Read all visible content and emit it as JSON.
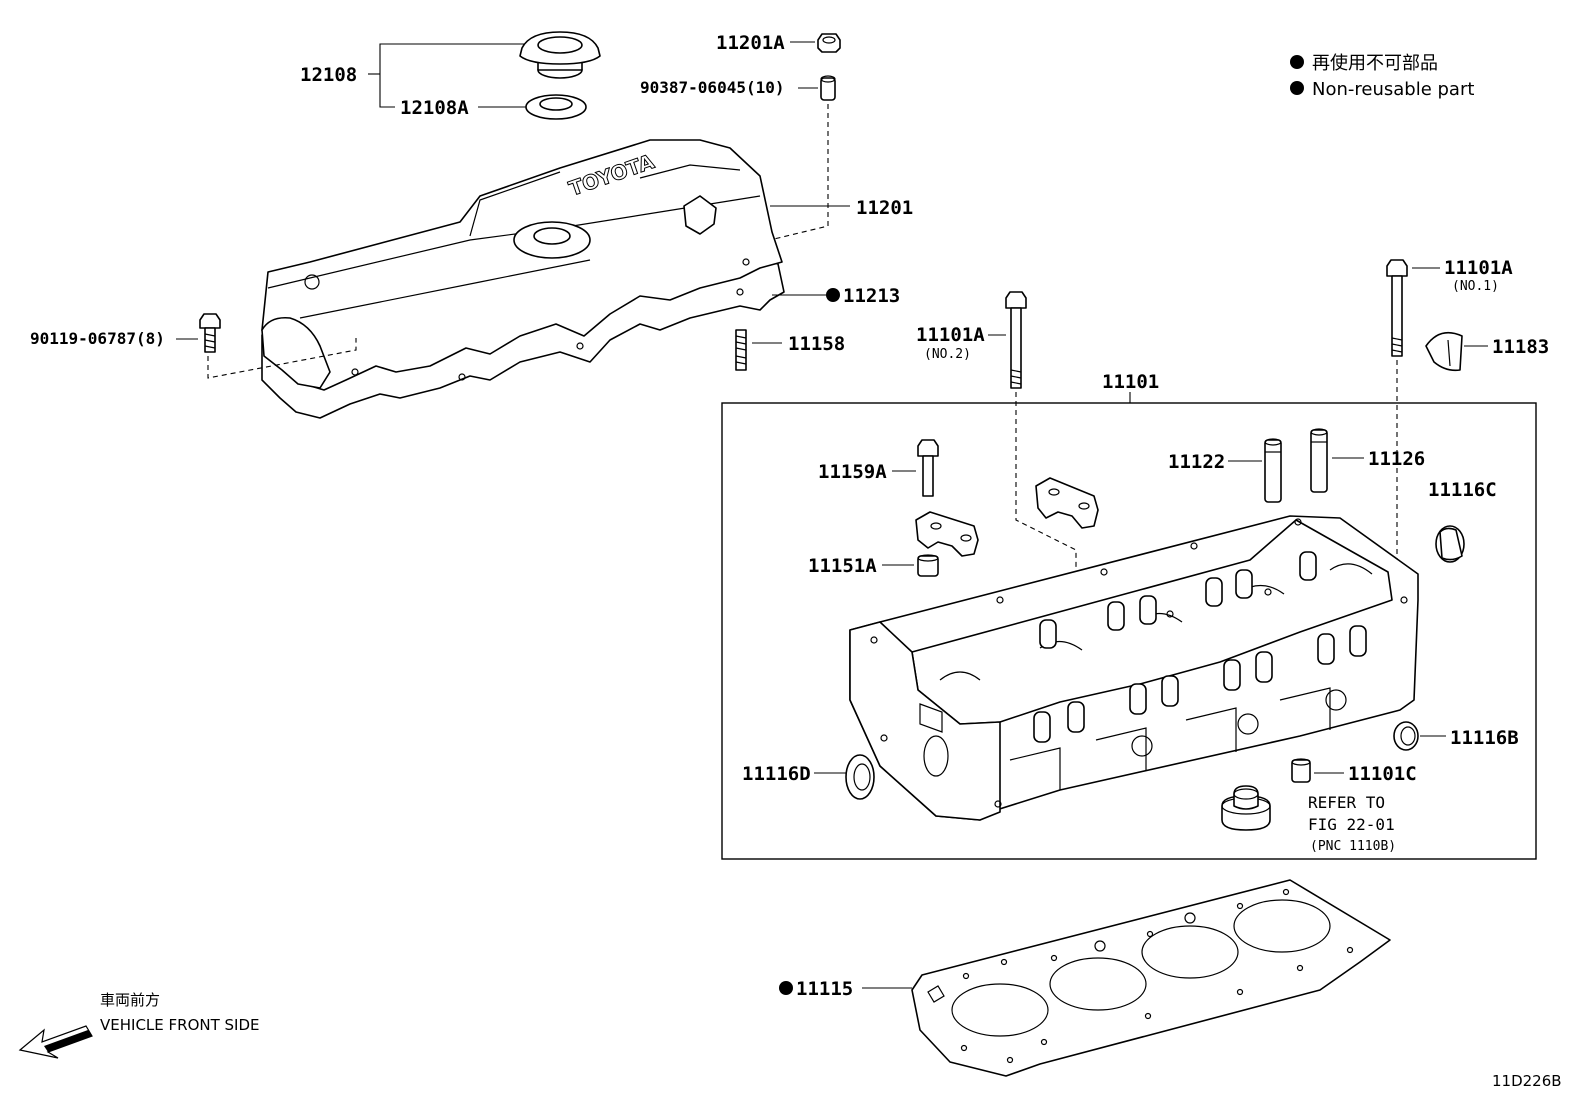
{
  "legend": {
    "jp": "再使用不可部品",
    "en": "Non-reusable part"
  },
  "labels": {
    "p12108": "12108",
    "p12108A": "12108A",
    "p11201A": "11201A",
    "p90387": "90387-06045(10)",
    "p11201": "11201",
    "p11213": "11213",
    "p90119": "90119-06787(8)",
    "p11158": "11158",
    "p11101A_no2": "11101A",
    "no2": "(NO.2)",
    "p11101A_no1": "11101A",
    "no1": "(NO.1)",
    "p11183": "11183",
    "p11101": "11101",
    "p11159A": "11159A",
    "p11122": "11122",
    "p11126": "11126",
    "p11116C": "11116C",
    "p11151A": "11151A",
    "p11116B": "11116B",
    "p11116D": "11116D",
    "p11101C": "11101C",
    "ref1": "REFER TO",
    "ref2": "FIG 22-01",
    "ref3": "(PNC 1110B)",
    "p11115": "11115"
  },
  "logo_text": "TOYOTA",
  "front": {
    "jp": "車両前方",
    "en": "VEHICLE FRONT SIDE"
  },
  "diagram_id": "11D226B"
}
